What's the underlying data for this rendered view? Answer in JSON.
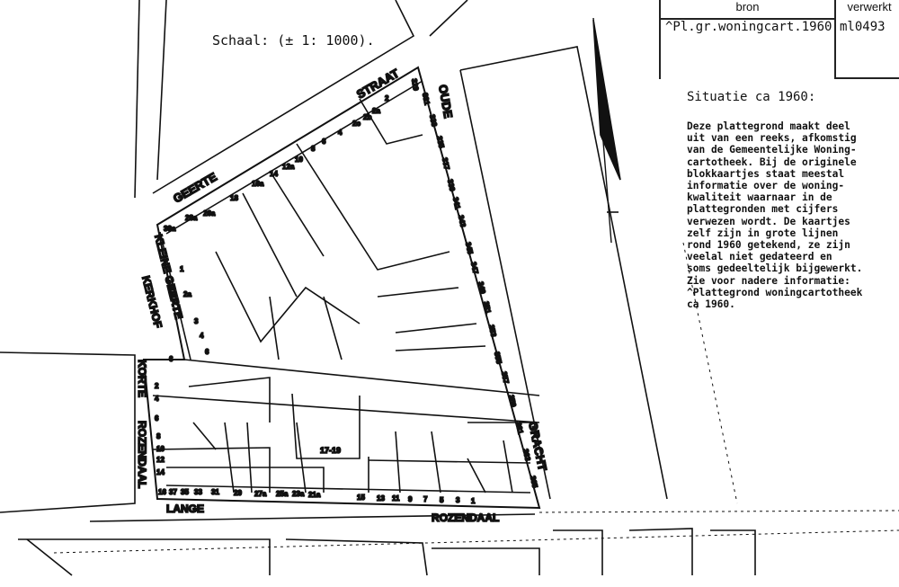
{
  "source_table": {
    "headers": {
      "bron": "bron",
      "verwerkt": "verwerkt"
    },
    "bron_value": "^Pl.gr.woningcart.1960",
    "verwerkt_value": "ml0493"
  },
  "scale_label": "Schaal: (± 1: 1000).",
  "info": {
    "title": "Situatie ca 1960:",
    "text": "Deze plattegrond maakt deel\nuit van een reeks, afkomstig\nvan de Gemeentelijke Woning-\ncartotheek. Bij de originele\nblokkaartjes staat meestal\ninformatie over de woning-\nkwaliteit waarnaar in de\nplattegronden met cijfers\nverwezen wordt. De kaartjes\nzelf zijn in grote lijnen\nrond 1960 getekend, ze zijn\nveelal niet gedateerd en\nsoms gedeeltelijk bijgewerkt.\nZie voor nadere informatie:\n^Plattegrond woningcartotheek\nca 1960."
  },
  "streets": {
    "geerte": "GEERTE",
    "straat": "STRAAT",
    "oude": "OUDE",
    "gracht": "GRACHT",
    "kleine_geerte": "KLEINE GEERTE",
    "kerkhof": "KERKHOF",
    "korte": "KORTE",
    "rozendaal_left": "ROZENDAAL",
    "lange": "LANGE",
    "rozendaal_bottom": "ROZENDAAL"
  },
  "plot_label": "17-19",
  "house_numbers": {
    "geerte_straat": [
      "30a",
      "28a",
      "26a",
      "18",
      "16a",
      "14",
      "12a",
      "10",
      "8",
      "6",
      "4",
      "2c",
      "2b",
      "2a",
      "2",
      "329"
    ],
    "oude_gracht": [
      "331",
      "333",
      "335",
      "337",
      "339",
      "341",
      "343",
      "345",
      "347",
      "349",
      "351",
      "353",
      "355",
      "357",
      "359",
      "361",
      "363",
      "365"
    ],
    "lange_rozendaal": [
      "16",
      "37",
      "35",
      "33",
      "31",
      "29",
      "27a",
      "25a",
      "23a",
      "21a",
      "15",
      "13",
      "11",
      "9",
      "7",
      "5",
      "3",
      "1"
    ],
    "korte_rozendaal": [
      "6",
      "2",
      "4",
      "6",
      "8",
      "10",
      "12",
      "14"
    ],
    "kleine_geerte_kerkhof": [
      "1",
      "2a",
      "3",
      "4",
      "6"
    ]
  }
}
